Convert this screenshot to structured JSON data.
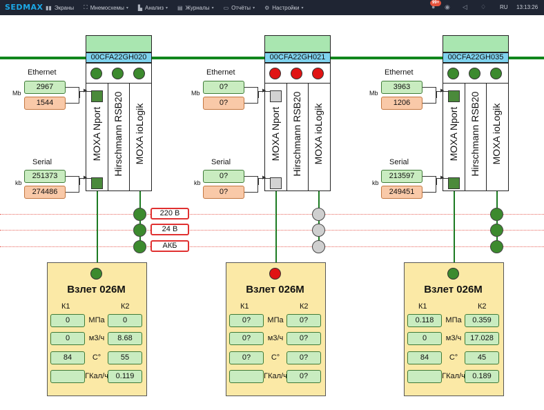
{
  "app": {
    "logo": "SEDMAX",
    "nav": [
      {
        "label": "Экраны",
        "icon": "chart-icon",
        "glyph": "▮▮",
        "chev": ""
      },
      {
        "label": "Мнемосхемы",
        "icon": "network-icon",
        "glyph": "⛶",
        "chev": "▾"
      },
      {
        "label": "Анализ",
        "icon": "analysis-icon",
        "glyph": "▙",
        "chev": "▾"
      },
      {
        "label": "Журналы",
        "icon": "journal-icon",
        "glyph": "▤",
        "chev": "▾"
      },
      {
        "label": "Отчёты",
        "icon": "reports-icon",
        "glyph": "▭",
        "chev": "▾"
      },
      {
        "label": "Настройки",
        "icon": "gear-icon",
        "glyph": "⚙",
        "chev": "▾"
      }
    ],
    "notif_badge": "99+",
    "lang": "RU",
    "time": "13:13:26"
  },
  "colors": {
    "led_green": "#3c8a2e",
    "led_red": "#e01414",
    "led_gray": "#cfcfcf",
    "port_green": "#4b8a3b",
    "port_gray": "#d2d2d2"
  },
  "labels": {
    "ethernet": "Ethernet",
    "serial": "Serial",
    "mb": "Mb",
    "kb": "kb",
    "module_1": "MOXA Nport",
    "module_2": "Hirschmann RSB20",
    "module_3": "MOXA ioLogik"
  },
  "power_tags": [
    "220 В",
    "24 В",
    "АКБ"
  ],
  "meter_labels": {
    "title": "Взлет 026М",
    "k1": "К1",
    "k2": "К2",
    "units": [
      "МПа",
      "м3/ч",
      "С°",
      "ГКал/ч"
    ]
  },
  "cabinets": [
    {
      "id": "00CFA22GH020",
      "leds": [
        "green",
        "green",
        "green"
      ],
      "ports": [
        "green",
        "green"
      ],
      "ethernet": [
        "2967",
        "1544"
      ],
      "serial": [
        "251373",
        "274486"
      ],
      "power": [
        "green",
        "green",
        "green"
      ],
      "meter_led": "green",
      "k1": [
        "0",
        "0",
        "84",
        ""
      ],
      "k2": [
        "0",
        "8.68",
        "55",
        "0.119"
      ]
    },
    {
      "id": "00CFA22GH021",
      "leds": [
        "red",
        "red",
        "red"
      ],
      "ports": [
        "gray",
        "gray"
      ],
      "ethernet": [
        "0?",
        "0?"
      ],
      "serial": [
        "0?",
        "0?"
      ],
      "power": [
        "gray",
        "gray",
        "gray"
      ],
      "meter_led": "red",
      "k1": [
        "0?",
        "0?",
        "0?",
        ""
      ],
      "k2": [
        "0?",
        "0?",
        "0?",
        "0?"
      ]
    },
    {
      "id": "00CFA22GH035",
      "leds": [
        "green",
        "green",
        "green"
      ],
      "ports": [
        "green",
        "green"
      ],
      "ethernet": [
        "3963",
        "1206"
      ],
      "serial": [
        "213597",
        "249451"
      ],
      "power": [
        "green",
        "green",
        "green"
      ],
      "meter_led": "green",
      "k1": [
        "0.118",
        "0",
        "84",
        ""
      ],
      "k2": [
        "0.359",
        "17.028",
        "45",
        "0.189"
      ]
    }
  ]
}
